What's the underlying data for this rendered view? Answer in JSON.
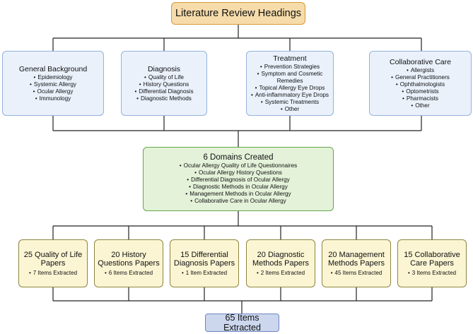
{
  "title": "Literature Review Headings",
  "categories": [
    {
      "heading": "General Background",
      "items": [
        "Epidemiology",
        "Systemic Allergy",
        "Ocular Allergy",
        "Immunology"
      ]
    },
    {
      "heading": "Diagnosis",
      "items": [
        "Quality of Life",
        "History Questions",
        "Differential Diagnosis",
        "Diagnostic Methods"
      ]
    },
    {
      "heading": "Treatment",
      "items": [
        "Prevention Strategies",
        "Symptom and Cosmetic Remedies",
        "Topical Allergy Eye Drops",
        "Anti-inflammatory Eye Drops",
        "Systemic Treatments",
        "Other"
      ]
    },
    {
      "heading": "Collaborative Care",
      "items": [
        "Allergists",
        "General Practitioners",
        "Ophthalmologists",
        "Optometrists",
        "Pharmacists",
        "Other"
      ]
    }
  ],
  "domains": {
    "heading": "6 Domains Created",
    "items": [
      "Ocular Allergy Quality of Life Questionnaires",
      "Ocular Allergy History Questions",
      "Differential Diagnosis of Ocular Allergy",
      "Diagnostic Methods in Ocular Allergy",
      "Management Methods in Ocular Allergy",
      "Collaborative Care in Ocular Allergy"
    ]
  },
  "papers": [
    {
      "heading": "25 Quality of Life Papers",
      "note": "7 Items Extracted"
    },
    {
      "heading": "20 History Questions Papers",
      "note": "6 Items Extracted"
    },
    {
      "heading": "15 Differential Diagnosis Papers",
      "note": "1 Item Extracted"
    },
    {
      "heading": "20 Diagnostic Methods Papers",
      "note": "2 Items Extracted"
    },
    {
      "heading": "20 Management Methods Papers",
      "note": "45 Items Extracted"
    },
    {
      "heading": "15 Collaborative Care Papers",
      "note": "3 Items Extracted"
    }
  ],
  "total": "65 Items Extracted"
}
